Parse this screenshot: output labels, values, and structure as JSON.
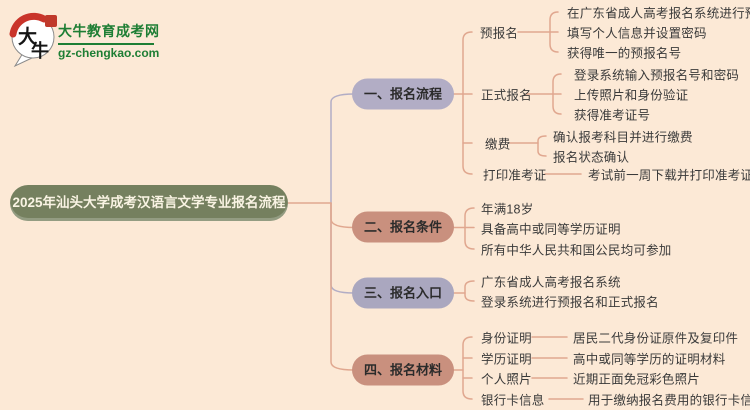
{
  "logo": {
    "badge_top": "大",
    "badge_bottom": "牛",
    "title": "大牛教育成考网",
    "domain": "gz-chengkao.com"
  },
  "root": {
    "label": "2025年汕头大学成考汉语言文学专业报名流程"
  },
  "branches": [
    {
      "label": "一、报名流程",
      "children": [
        {
          "label": "预报名",
          "items": [
            "在广东省成人高考报名系统进行预报名",
            "填写个人信息并设置密码",
            "获得唯一的预报名号"
          ]
        },
        {
          "label": "正式报名",
          "items": [
            "登录系统输入预报名号和密码",
            "上传照片和身份验证",
            "获得准考证号"
          ]
        },
        {
          "label": "缴费",
          "items": [
            "确认报考科目并进行缴费",
            "报名状态确认"
          ]
        },
        {
          "label": "打印准考证",
          "items": [
            "考试前一周下载并打印准考证"
          ]
        }
      ]
    },
    {
      "label": "二、报名条件",
      "items": [
        "年满18岁",
        "具备高中或同等学历证明",
        "所有中华人民共和国公民均可参加"
      ]
    },
    {
      "label": "三、报名入口",
      "items": [
        "广东省成人高考报名系统",
        "登录系统进行预报名和正式报名"
      ]
    },
    {
      "label": "四、报名材料",
      "children": [
        {
          "label": "身份证明",
          "detail": "居民二代身份证原件及复印件"
        },
        {
          "label": "学历证明",
          "detail": "高中或同等学历的证明材料"
        },
        {
          "label": "个人照片",
          "detail": "近期正面免冠彩色照片"
        },
        {
          "label": "银行卡信息",
          "detail": "用于缴纳报名费用的银行卡信息"
        }
      ]
    }
  ],
  "colors": {
    "background": "#fce9d6",
    "root_node": "#75805f",
    "lavender_node": "#b2adc5",
    "salmon_node": "#c9907e",
    "salmon_line": "#e0a78f",
    "lavender_line": "#b2adc5",
    "brand_green": "#1e7e34",
    "seal_red": "#c0392b"
  }
}
